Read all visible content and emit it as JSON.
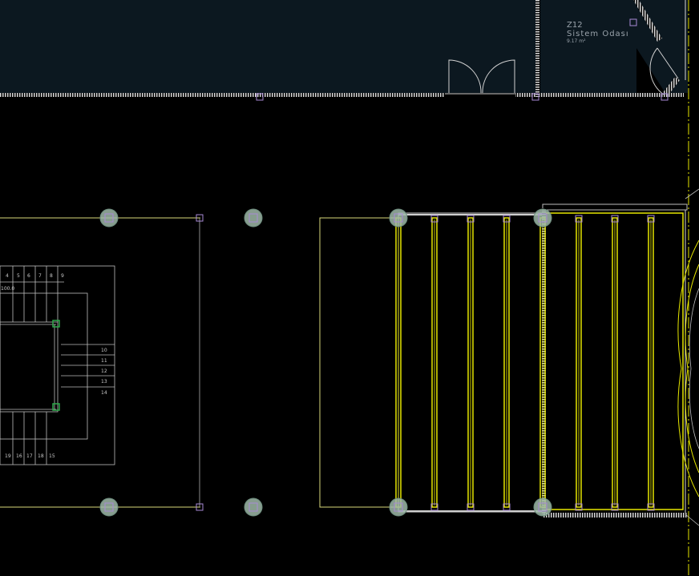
{
  "room": {
    "code": "Z12",
    "name": "Sistem Odası",
    "area": "9.17 m²"
  },
  "stair": {
    "top_numbers": [
      "4",
      "5",
      "6",
      "7",
      "8",
      "9"
    ],
    "right_numbers": [
      "10",
      "11",
      "12",
      "13",
      "14"
    ],
    "bottom_numbers": [
      "19",
      "16",
      "17",
      "18",
      "15"
    ],
    "small_label": "100.0"
  },
  "colors": {
    "background": "#000000",
    "room_fill": "#0c1820",
    "wall": "#d8d8d8",
    "beam": "#e6e600",
    "line_white": "#cfcfcf",
    "column_fill": "#9fb8a8",
    "marker": "#a98ad6",
    "grip": "#2ea84a"
  },
  "icons": [
    "column-icon",
    "grip-icon",
    "door-swing-icon"
  ]
}
